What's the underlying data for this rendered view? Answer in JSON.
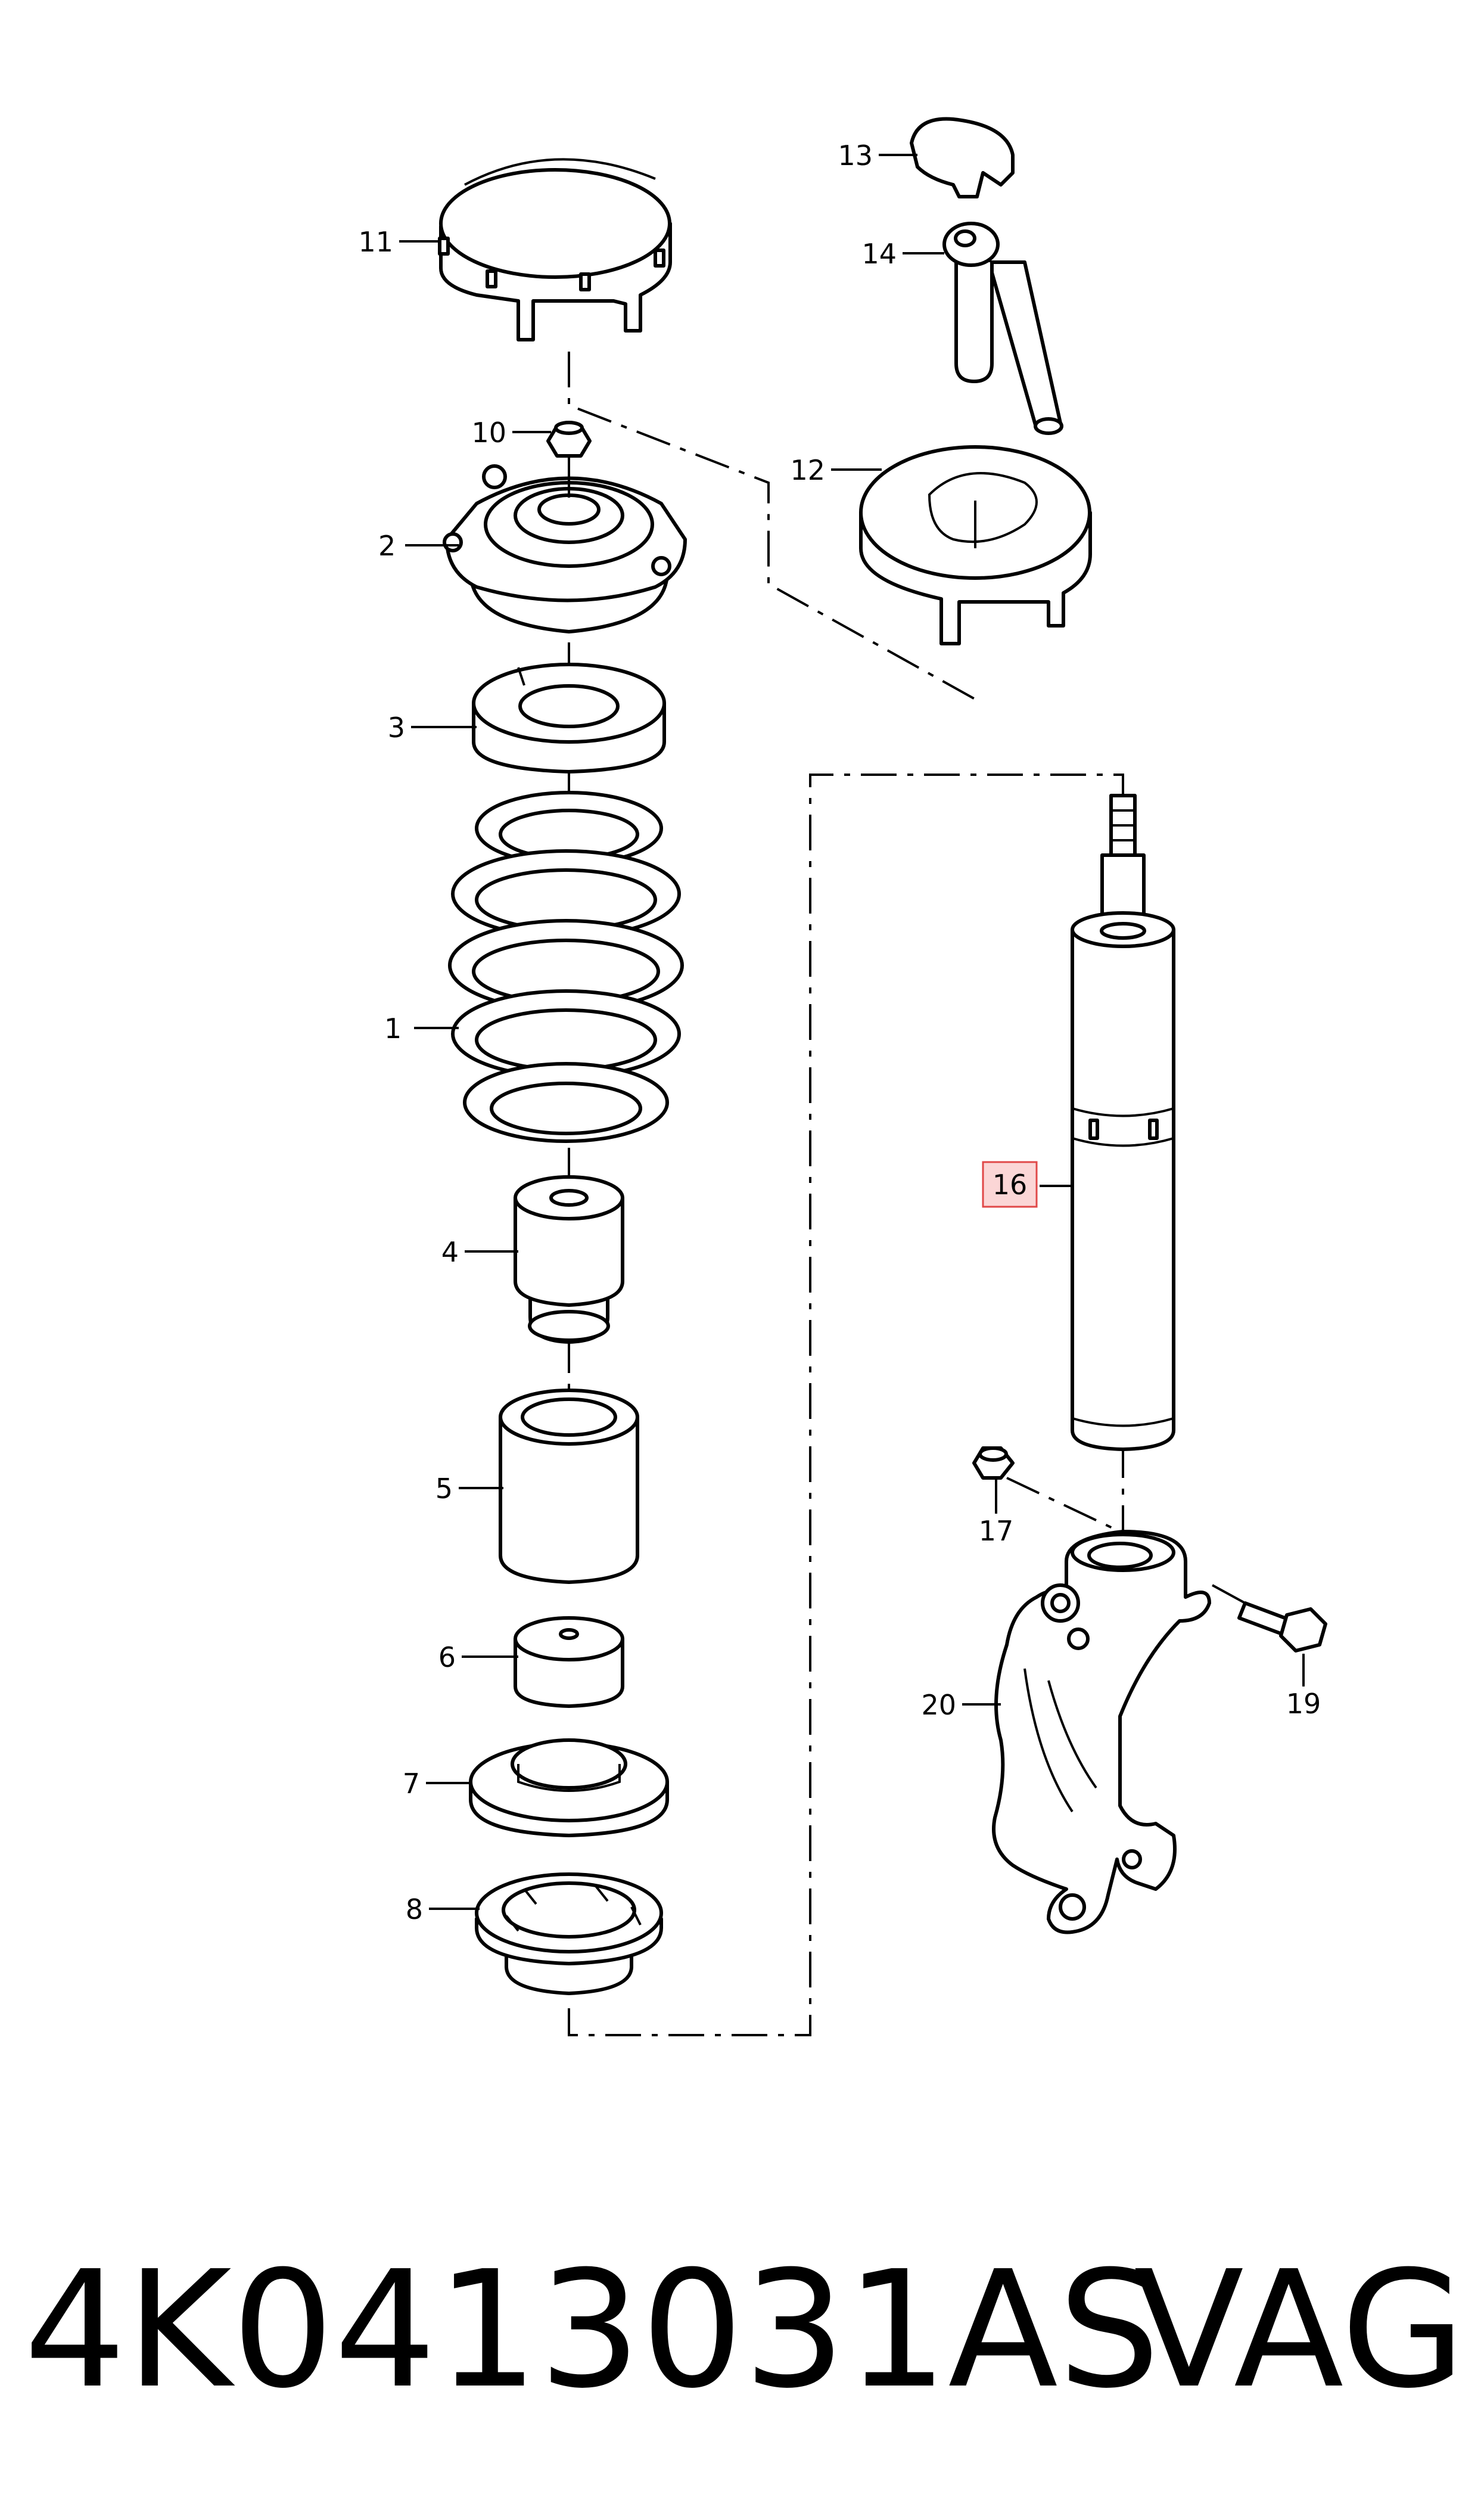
{
  "diagram": {
    "callouts": [
      {
        "id": "1",
        "label": "1"
      },
      {
        "id": "2",
        "label": "2"
      },
      {
        "id": "3",
        "label": "3"
      },
      {
        "id": "4",
        "label": "4"
      },
      {
        "id": "5",
        "label": "5"
      },
      {
        "id": "6",
        "label": "6"
      },
      {
        "id": "7",
        "label": "7"
      },
      {
        "id": "8",
        "label": "8"
      },
      {
        "id": "10",
        "label": "10"
      },
      {
        "id": "11",
        "label": "11"
      },
      {
        "id": "12",
        "label": "12"
      },
      {
        "id": "13",
        "label": "13"
      },
      {
        "id": "14",
        "label": "14"
      },
      {
        "id": "16",
        "label": "16",
        "highlighted": true
      },
      {
        "id": "17",
        "label": "17"
      },
      {
        "id": "19",
        "label": "19"
      },
      {
        "id": "20",
        "label": "20"
      }
    ],
    "highlight_color": "#e04848"
  },
  "footer": {
    "part_number": "4K0413031AS",
    "brand": "VAG"
  }
}
